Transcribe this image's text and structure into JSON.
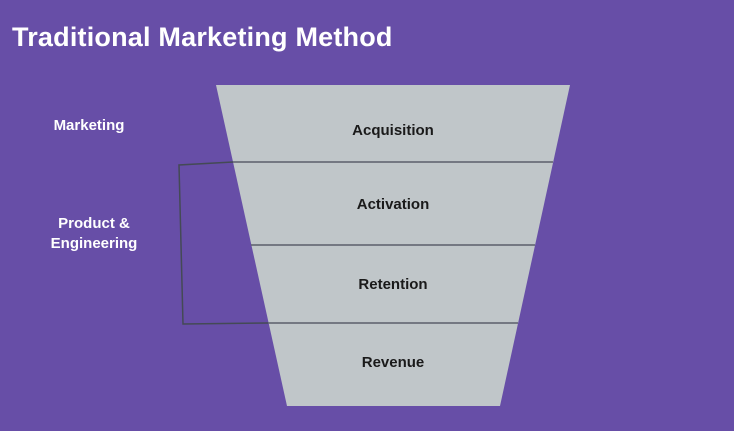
{
  "title": "Traditional Marketing Method",
  "side_labels": {
    "marketing": "Marketing",
    "product_line1": "Product &",
    "product_line2": "Engineering"
  },
  "stages": [
    "Acquisition",
    "Activation",
    "Retention",
    "Revenue"
  ],
  "colors": {
    "background": "#674ea7",
    "funnel_fill": "#c0c6c9",
    "divider": "#5a5f6a",
    "bracket": "#444a55"
  }
}
